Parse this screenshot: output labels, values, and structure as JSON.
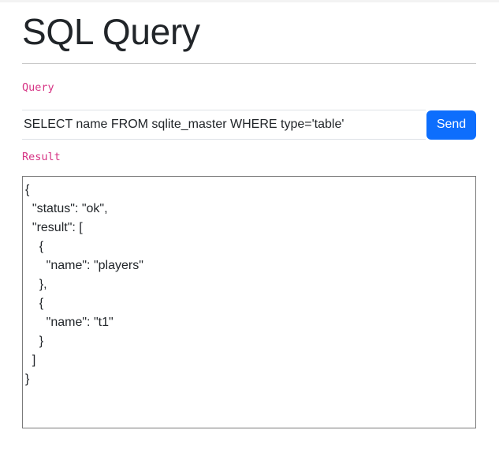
{
  "page": {
    "title": "SQL Query"
  },
  "query": {
    "label": "Query",
    "value": "SELECT name FROM sqlite_master WHERE type='table'",
    "send_label": "Send"
  },
  "result": {
    "label": "Result",
    "text": "{\n  \"status\": \"ok\",\n  \"result\": [\n    {\n      \"name\": \"players\"\n    },\n    {\n      \"name\": \"t1\"\n    }\n  ]\n}"
  },
  "colors": {
    "accent": "#0d6efd",
    "code_label": "#d63384"
  }
}
